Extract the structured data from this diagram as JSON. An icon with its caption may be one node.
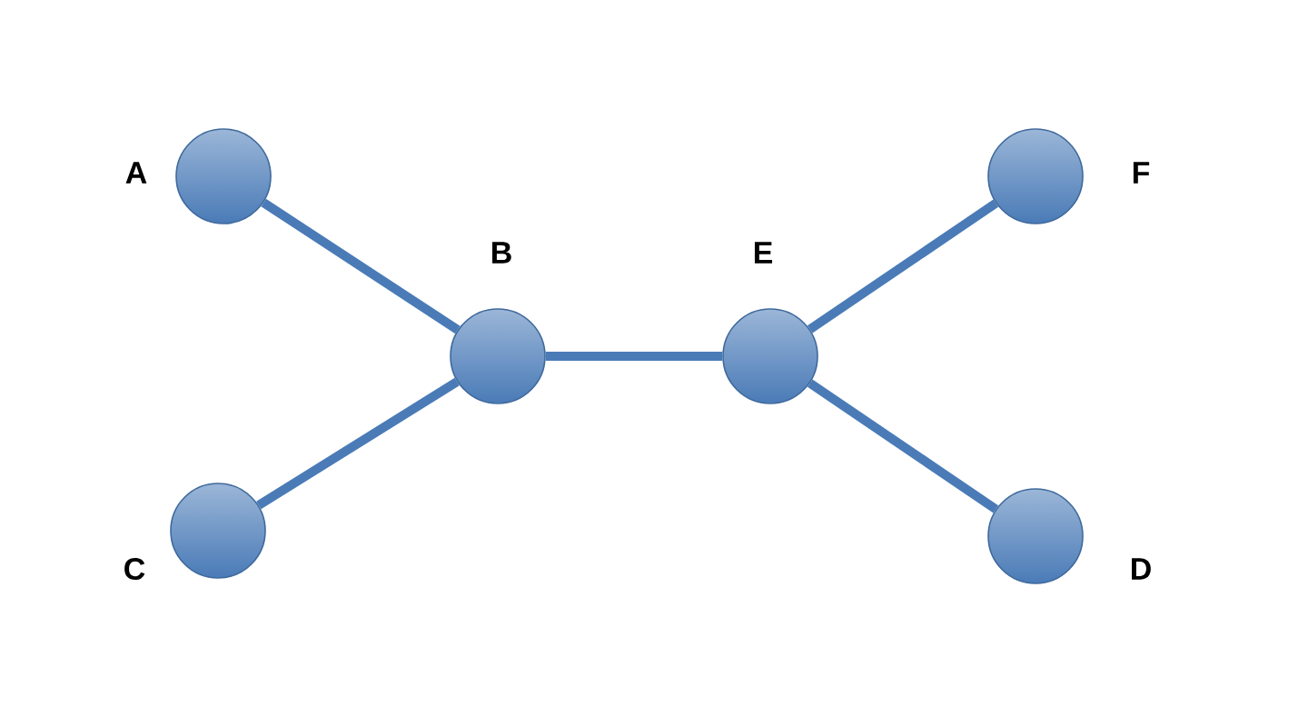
{
  "diagram": {
    "nodes": [
      {
        "text": [
          "A"
        ]
      },
      {
        "text": [
          "B"
        ]
      },
      {
        "text": [
          "C"
        ]
      },
      {
        "text": [
          "E"
        ]
      },
      {
        "text": [
          "F"
        ]
      },
      {
        "text": [
          "D"
        ]
      }
    ],
    "edges": [
      {
        "from": 0,
        "to": 1,
        "arrow": "none"
      },
      {
        "from": 2,
        "to": 1,
        "arrow": "none"
      },
      {
        "from": 1,
        "to": 3,
        "arrow": "none"
      },
      {
        "from": 3,
        "to": 4,
        "arrow": "none"
      },
      {
        "from": 3,
        "to": 5,
        "arrow": "none"
      }
    ]
  }
}
